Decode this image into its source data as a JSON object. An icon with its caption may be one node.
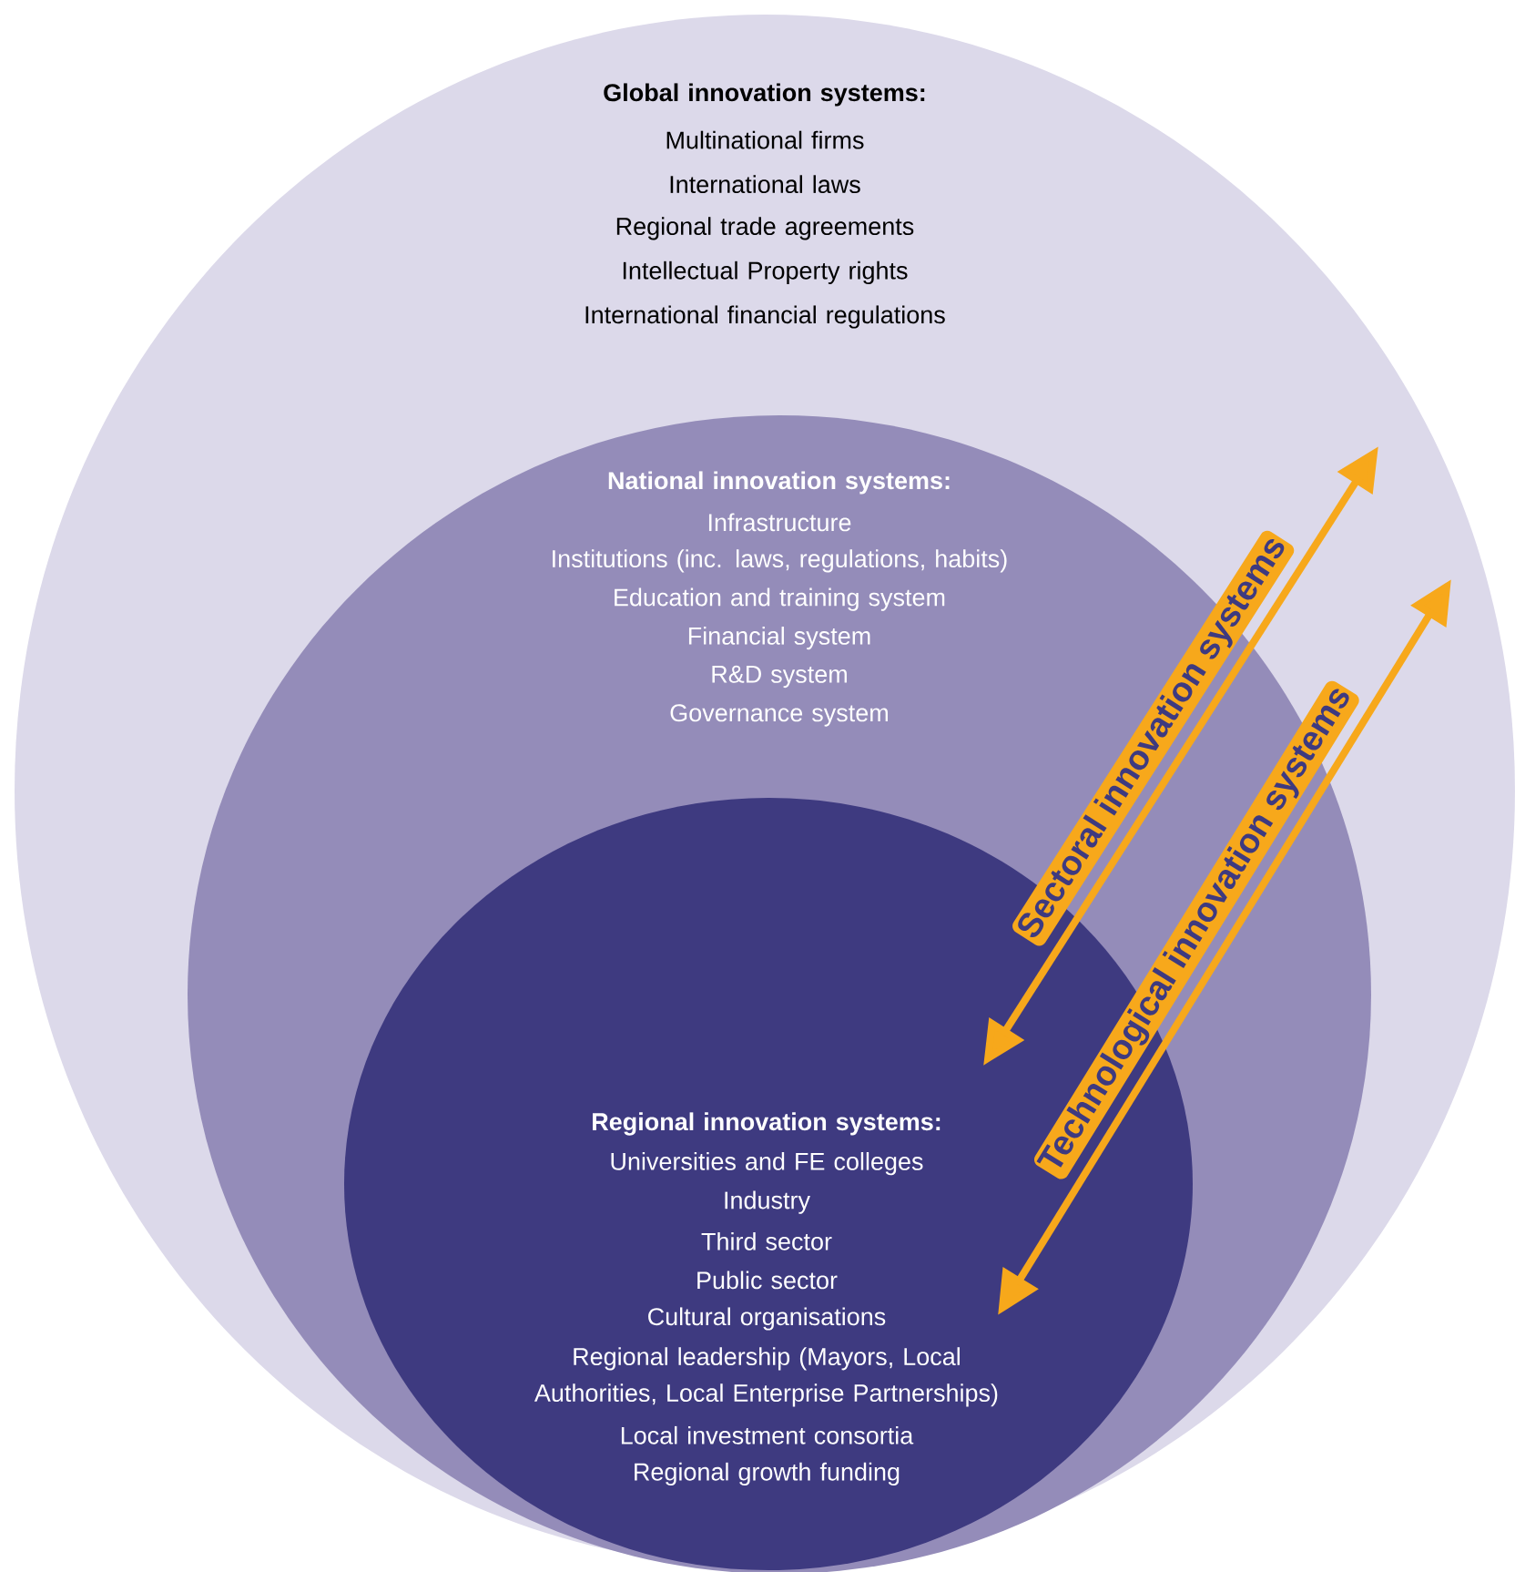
{
  "diagram": {
    "nodes": [
      {
        "text": [
          "Global innovation systems:",
          "Multinational firms",
          "International laws",
          "Regional trade agreements",
          "Intellectual Property rights",
          "International financial regulations"
        ]
      },
      {
        "text": [
          "National innovation systems:",
          "Infrastructure",
          "Institutions (inc. laws, regulations, habits)",
          "Education and training system",
          "Financial system",
          "R&D system",
          "Governance system"
        ],
        "in": 0
      },
      {
        "text": [
          "Regional innovation systems:",
          "Universities and FE colleges",
          "Industry",
          "Third sector",
          "Public sector",
          "Cultural organisations",
          "Regional leadership (Mayors, Local Authorities, Local Enterprise Partnerships)",
          "Local investment consortia",
          "Regional growth funding"
        ],
        "in": 1
      }
    ],
    "edges": [
      {
        "from": 2,
        "to": 0,
        "arrow": "both",
        "label": "Sectoral innovation systems"
      },
      {
        "from": 2,
        "to": 0,
        "arrow": "both",
        "label": "Technological innovation systems"
      }
    ]
  }
}
